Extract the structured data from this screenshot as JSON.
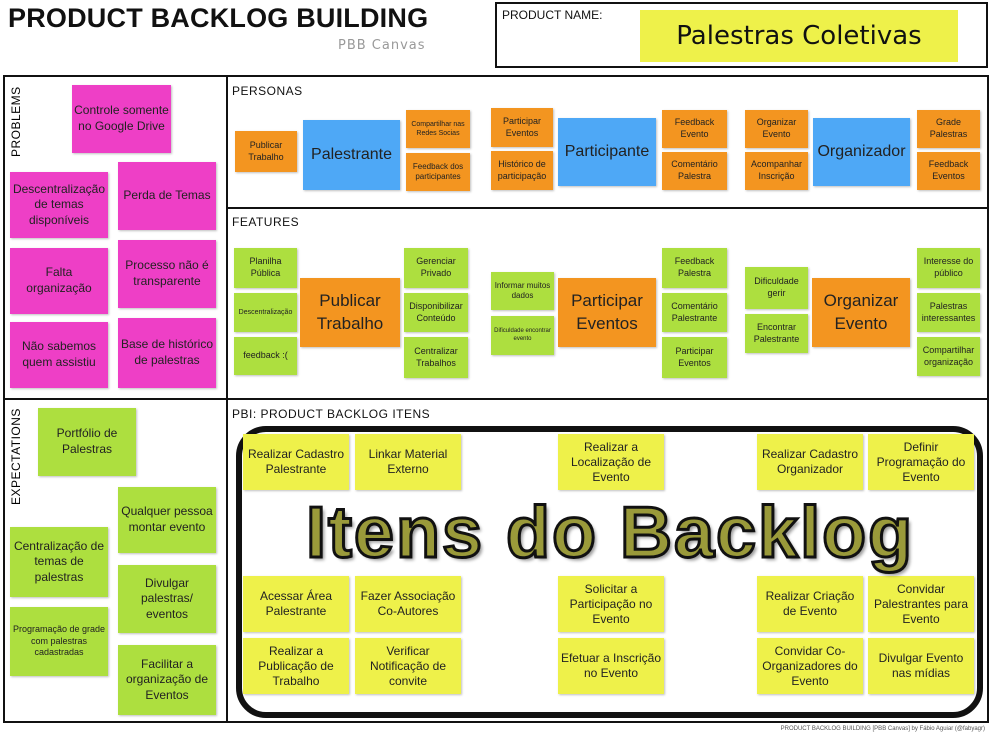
{
  "header": {
    "title": "PRODUCT BACKLOG BUILDING",
    "subtitle": "PBB Canvas",
    "product_name_label": "PRODUCT NAME:",
    "product_name": "Palestras Coletivas"
  },
  "sections": {
    "problems": "PROBLEMS",
    "expectations": "EXPECTATIONS",
    "personas": "PERSONAS",
    "features": "FEATURES",
    "pbi": "PBI: PRODUCT BACKLOG ITENS"
  },
  "problems": [
    "Controle somente no Google Drive",
    "Descentralização de temas disponíveis",
    "Perda de Temas",
    "Falta organização",
    "Processo não é transparente",
    "Não sabemos quem assistiu",
    "Base de histórico de palestras"
  ],
  "expectations": [
    "Portfólio de Palestras",
    "Qualquer pessoa montar evento",
    "Centralização de temas de palestras",
    "Divulgar palestras/ eventos",
    "Programação de grade com palestras cadastradas",
    "Facilitar a organização de Eventos"
  ],
  "personas": [
    {
      "name": "Palestrante",
      "left": [
        "Publicar Trabalho"
      ],
      "right": [
        "Compartilhar nas Redes Socias",
        "Feedback dos participantes"
      ]
    },
    {
      "name": "Participante",
      "left": [
        "Participar Eventos",
        "Histórico de participação"
      ],
      "right": [
        "Feedback Evento",
        "Comentário Palestra"
      ]
    },
    {
      "name": "Organizador",
      "left": [
        "Organizar Evento",
        "Acompanhar Inscrição"
      ],
      "right": [
        "Grade Palestras",
        "Feedback Eventos"
      ]
    }
  ],
  "features": [
    {
      "name": "Publicar Trabalho",
      "left": [
        "Planilha Pública",
        "Descentralização",
        "feedback :("
      ],
      "right": [
        "Gerenciar Privado",
        "Disponibilizar Conteúdo",
        "Centralizar Trabalhos"
      ]
    },
    {
      "name": "Participar Eventos",
      "left": [
        "Informar muitos dados",
        "Dificuldade encontrar evento"
      ],
      "right": [
        "Feedback Palestra",
        "Comentário Palestrante",
        "Participar Eventos"
      ]
    },
    {
      "name": "Organizar Evento",
      "left": [
        "Dificuldade gerir",
        "Encontrar Palestrante"
      ],
      "right": [
        "Interesse do público",
        "Palestras interessantes",
        "Compartilhar organização"
      ]
    }
  ],
  "pbi": {
    "overlay": "Itens do Backlog",
    "items": [
      "Realizar Cadastro Palestrante",
      "Linkar Material Externo",
      "Realizar a Localização de Evento",
      "Realizar Cadastro Organizador",
      "Definir Programação do Evento",
      "Acessar Área Palestrante",
      "Fazer Associação Co-Autores",
      "Solicitar a Participação no Evento",
      "Realizar Criação de Evento",
      "Convidar Palestrantes para Evento",
      "Realizar a Publicação de Trabalho",
      "Verificar Notificação de convite",
      "Efetuar a Inscrição no Evento",
      "Convidar Co-Organizadores do Evento",
      "Divulgar Evento nas mídias"
    ]
  },
  "footer": {
    "text": "PRODUCT BACKLOG BUILDING [PBB Canvas] by Fábio Aguiar (@fabyagr)"
  },
  "colors": {
    "problem": "#ee3fc6",
    "persona": "#4ea8f6",
    "orange": "#f39520",
    "green": "#addf3f",
    "yellow": "#eef14a"
  }
}
